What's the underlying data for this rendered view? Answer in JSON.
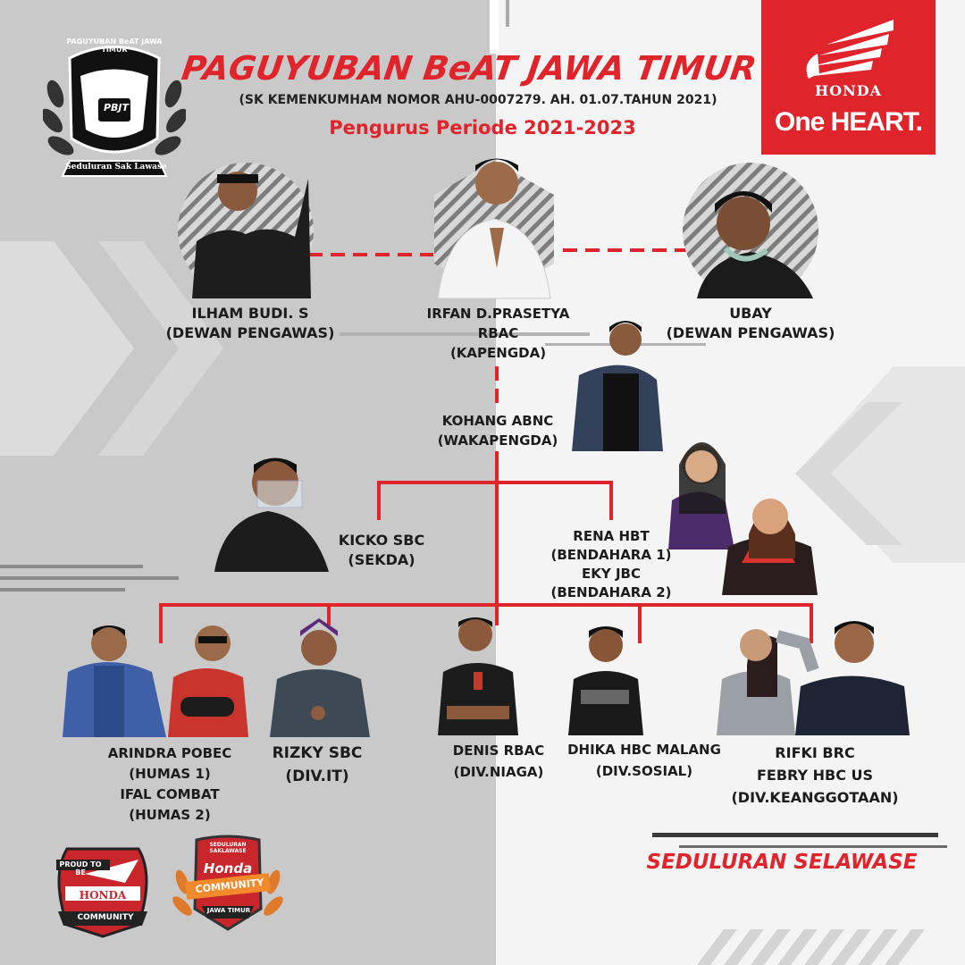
{
  "header": {
    "title": "PAGUYUBAN BeAT JAWA TIMUR",
    "subtitle": "(SK KEMENKUMHAM NOMOR AHU-0007279. AH. 01.07.TAHUN 2021)",
    "period": "Pengurus Periode 2021-2023"
  },
  "logo": {
    "top_text": "PAGUYUBAN BeAT JAWA TIMUR",
    "center_text": "PBJT",
    "banner_text": "Seduluran Sak Lawase"
  },
  "brand": {
    "honda": "HONDA",
    "tagline": "One HEART."
  },
  "members": {
    "ilham": {
      "name": "ILHAM BUDI. S",
      "role": "(DEWAN PENGAWAS)"
    },
    "irfan": {
      "name": "IRFAN D.PRASETYA",
      "club": "RBAC",
      "role": "(KAPENGDA)"
    },
    "ubay": {
      "name": "UBAY",
      "role": "(DEWAN PENGAWAS)"
    },
    "kohang": {
      "name": "KOHANG ABNC",
      "role": "(WAKAPENGDA)"
    },
    "kicko": {
      "name": "KICKO SBC",
      "role": "(SEKDA)"
    },
    "rena": {
      "name": "RENA HBT",
      "role": "(BENDAHARA 1)",
      "name2": "EKY JBC",
      "role2": "(BENDAHARA 2)"
    },
    "arindra": {
      "name": "ARINDRA POBEC",
      "role": "(HUMAS 1)",
      "name2": "IFAL COMBAT",
      "role2": "(HUMAS 2)"
    },
    "rizky": {
      "name": "RIZKY SBC",
      "role": "(DIV.IT)"
    },
    "denis": {
      "name": "DENIS RBAC",
      "role": "(DIV.NIAGA)"
    },
    "dhika": {
      "name": "DHIKA HBC MALANG",
      "role": "(DIV.SOSIAL)"
    },
    "rifki": {
      "name": "RIFKI BRC",
      "name2": "FEBRY HBC US",
      "role": "(DIV.KEANGGOTAAN)"
    }
  },
  "badges": {
    "proud_top": "PROUD TO BE",
    "proud_mid": "HONDA",
    "proud_bottom": "COMMUNITY",
    "community_top": "SEDULURAN SAKLAWASE",
    "community_brand": "Honda",
    "community_mid": "COMMUNITY",
    "community_bottom": "JAWA TIMUR"
  },
  "footer": {
    "slogan": "SEDULURAN SELAWASE"
  },
  "colors": {
    "accent": "#e0242b",
    "gray": "#c9c9c9"
  }
}
